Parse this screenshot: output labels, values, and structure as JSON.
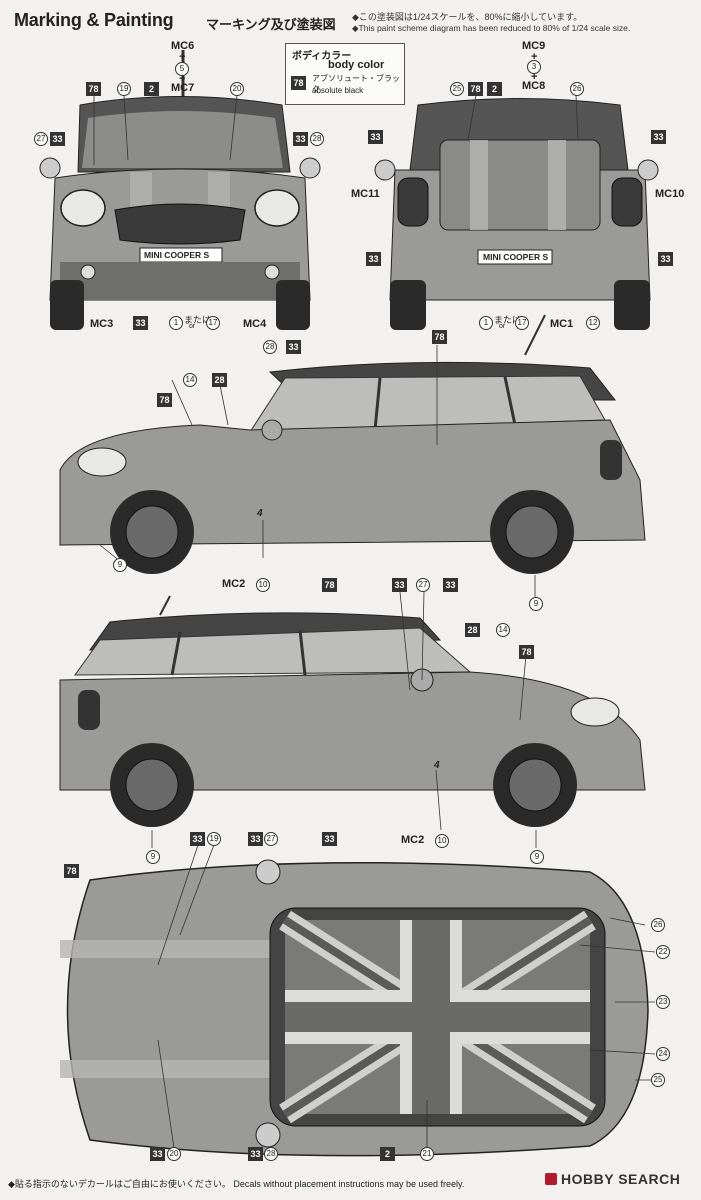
{
  "header": {
    "title": "Marking & Painting",
    "title_jp": "マーキング及び塗装図",
    "note_jp": "◆この塗装図は1/24スケールを、80%に縮小しています。",
    "note_en": "◆This paint scheme diagram has been reduced to 80% of 1/24 scale size."
  },
  "body_color": {
    "heading_jp": "ボディカラー",
    "heading_en": "body color",
    "number": "78",
    "name_jp": "アブソリュート・ブラック",
    "name_en": "absolute black"
  },
  "front_view": {
    "top_labels": [
      "MC6",
      "+",
      "5",
      "+",
      "MC7"
    ],
    "callouts": {
      "c78": "78",
      "c19": "19",
      "c2": "2",
      "c20": "20",
      "c27": "27",
      "c33a": "33",
      "c33b": "33",
      "c28": "28",
      "c33c": "33"
    },
    "plate": "MINI COOPER S",
    "bottom": {
      "mc3": "MC3",
      "mc4": "MC4",
      "one": "1",
      "or_jp": "または",
      "or_en": "or",
      "seventeen": "17"
    }
  },
  "rear_view": {
    "top_labels": [
      "MC9",
      "+",
      "3",
      "+",
      "MC8"
    ],
    "callouts": {
      "c25": "25",
      "c78": "78",
      "c2": "2",
      "c26": "26",
      "c33a": "33",
      "c33b": "33",
      "c33c": "33",
      "c33d": "33"
    },
    "mc11": "MC11",
    "mc10": "MC10",
    "plate": "MINI COOPER S",
    "bottom": {
      "one": "1",
      "or_jp": "または",
      "or_en": "or",
      "seventeen": "17",
      "mc1": "MC1",
      "twelve": "12"
    }
  },
  "side_left": {
    "callouts": {
      "c78a": "78",
      "c14": "14",
      "c28": "28",
      "c28b": "28",
      "c33": "33",
      "c78b": "78",
      "c9a": "9",
      "c9b": "9",
      "c10": "10",
      "c33b": "33"
    },
    "mc2": "MC2",
    "door_number": "4"
  },
  "side_right": {
    "callouts": {
      "c78a": "78",
      "c33a": "33",
      "c27": "27",
      "c28": "28",
      "c14": "14",
      "c78b": "78",
      "c9a": "9",
      "c33b": "33",
      "c10": "10",
      "c9b": "9"
    },
    "mc2": "MC2",
    "door_number": "4"
  },
  "top_view": {
    "callouts": {
      "c33a": "33",
      "c19": "19",
      "c33b": "33",
      "c27": "27",
      "c78": "78",
      "c26": "26",
      "c22": "22",
      "c23": "23",
      "c24": "24",
      "c25": "25",
      "c33c": "33",
      "c20": "20",
      "c33d": "33",
      "c28": "28",
      "c2": "2",
      "c21": "21"
    }
  },
  "footer": {
    "text": "◆貼る指示のないデカールはご自由にお使いください。 Decals without placement instructions may be used freely.",
    "logo": "HOBBY SEARCH"
  },
  "colors": {
    "body": "#9a9a98",
    "roof": "#454545",
    "stripe": "#b5b5b3",
    "ink": "#222222"
  }
}
